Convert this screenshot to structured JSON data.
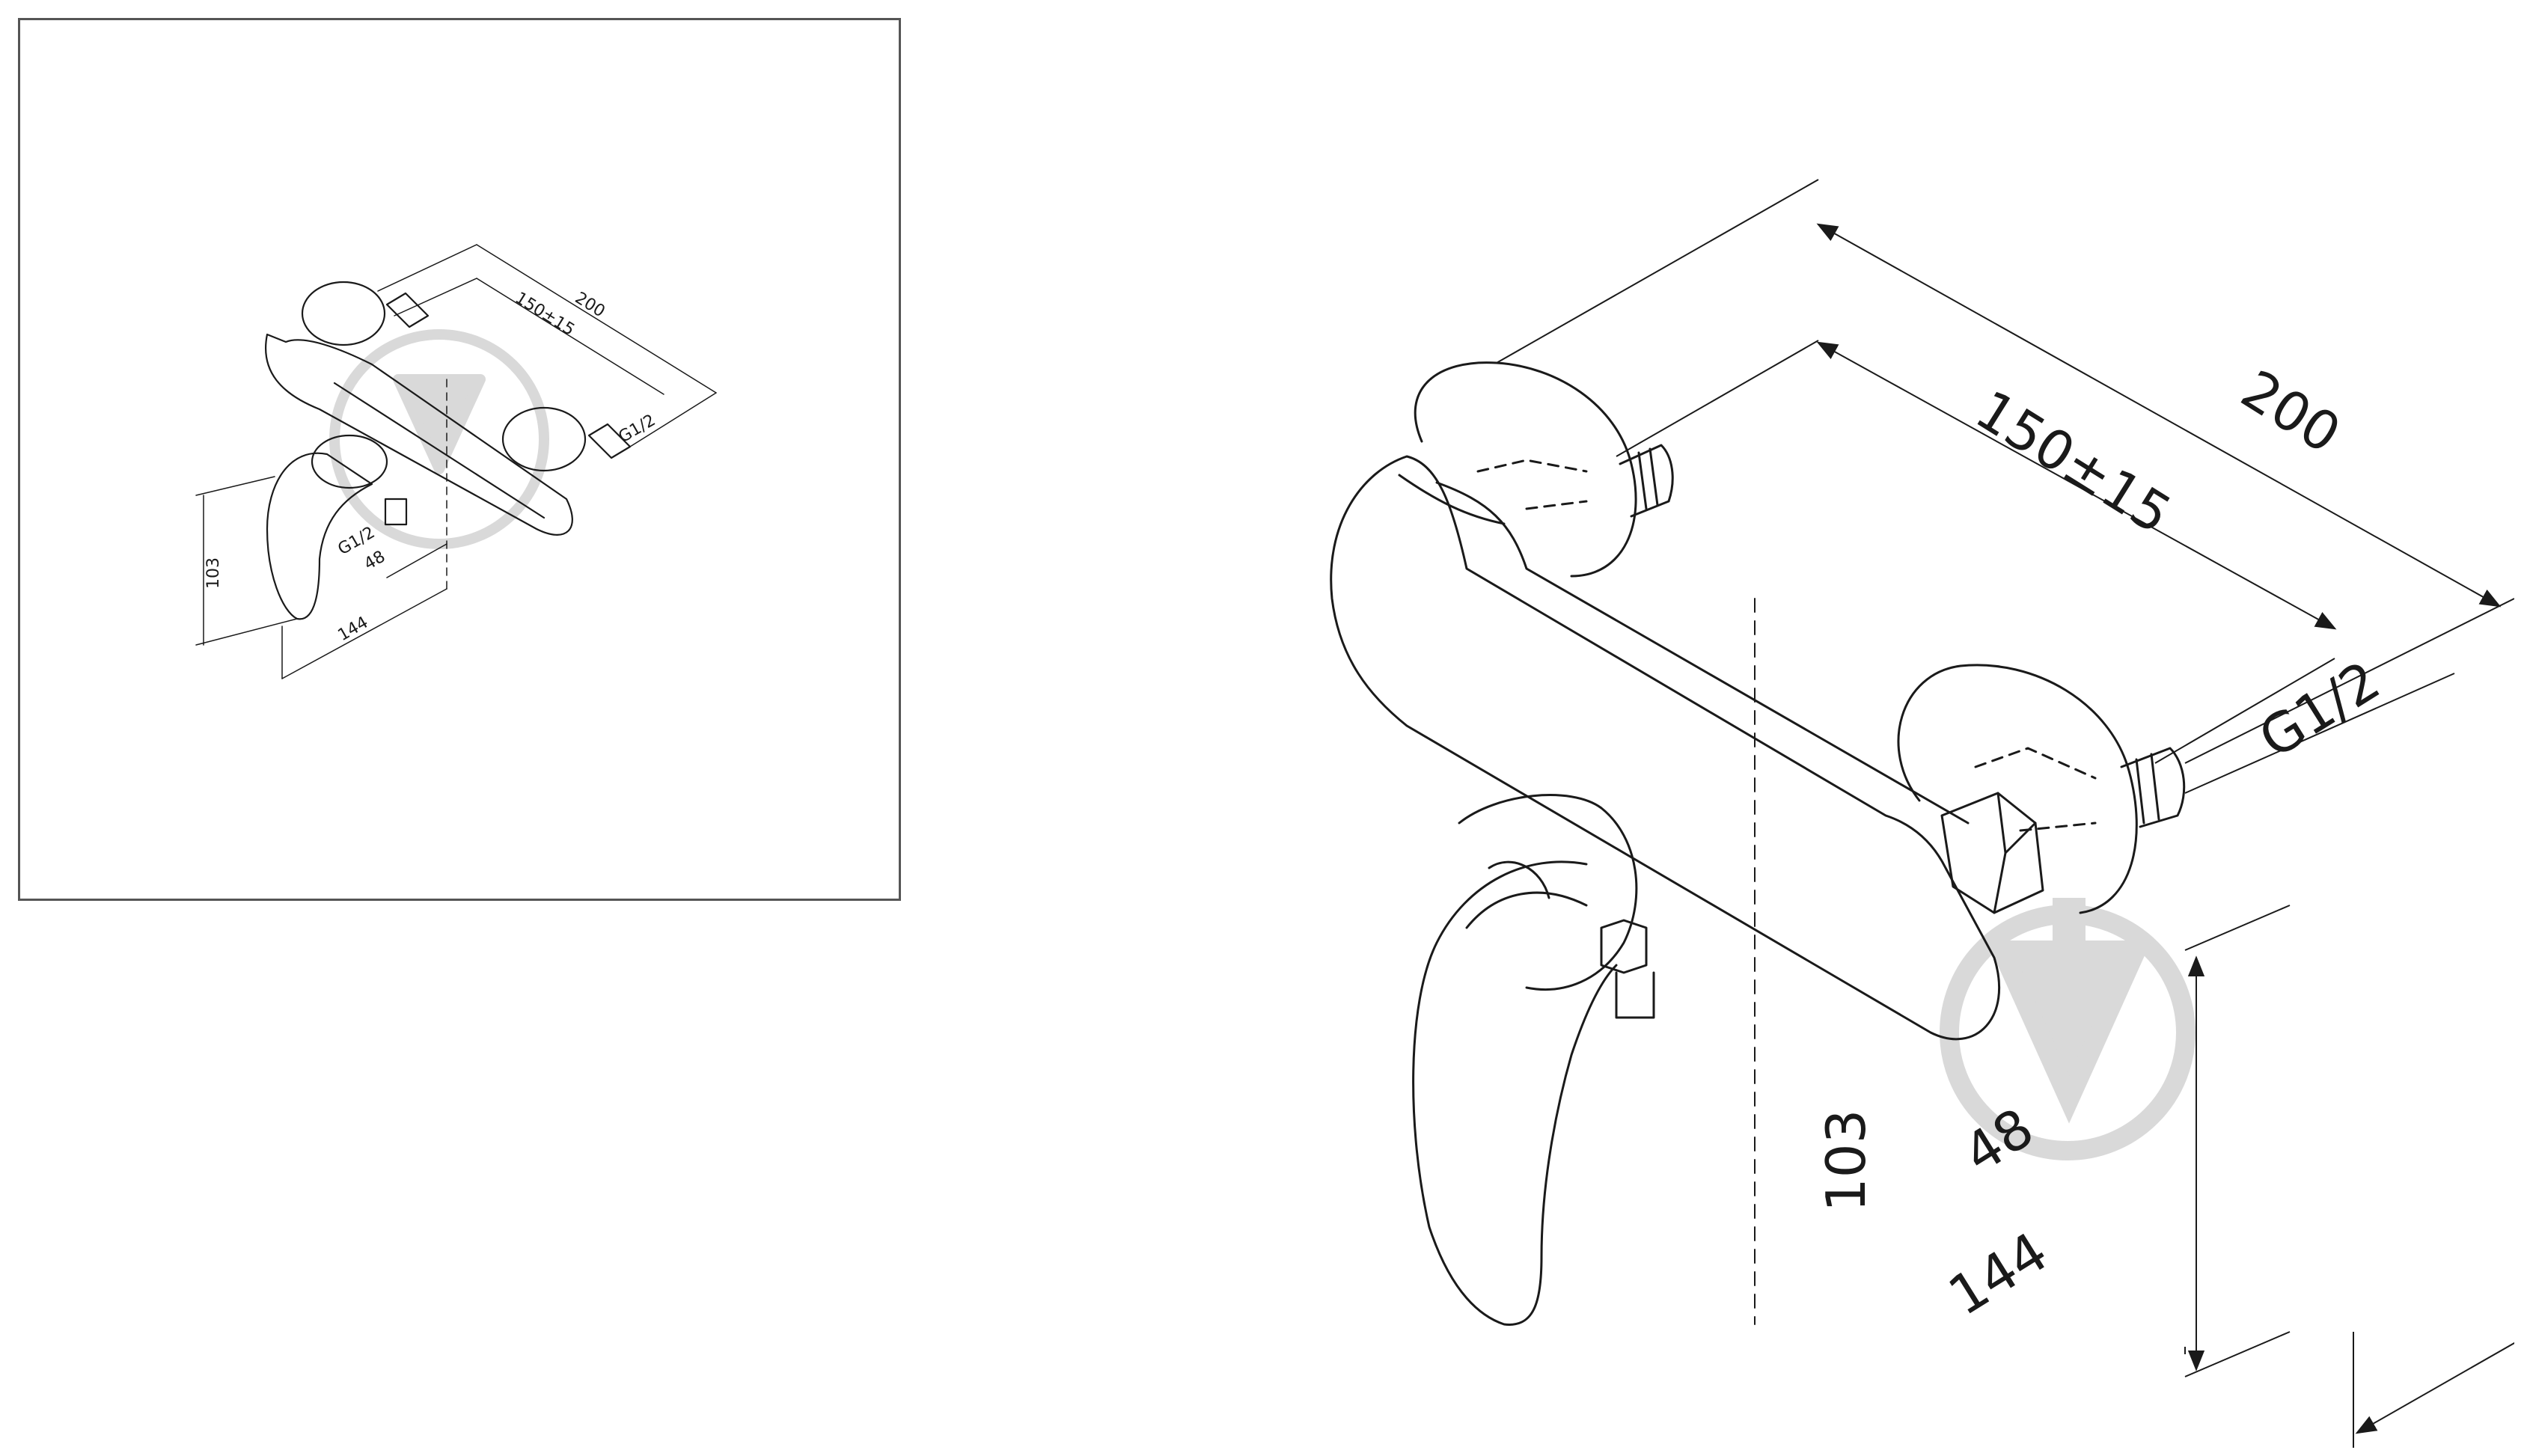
{
  "colors": {
    "line": "#1a1a1a",
    "frame": "#555555",
    "watermark": "#d9d9d9",
    "background": "#ffffff"
  },
  "dimensions": {
    "overall_width": "200",
    "center_distance": "150±15",
    "inlet_thread": "G1/2",
    "outlet_thread": "G1/2",
    "outlet_offset": "48",
    "projection": "144",
    "height": "103"
  },
  "watermark": {
    "icon": "download-arrow-icon"
  },
  "views": [
    {
      "name": "thumbnail",
      "interactable": true
    },
    {
      "name": "main-drawing",
      "interactable": false
    }
  ]
}
